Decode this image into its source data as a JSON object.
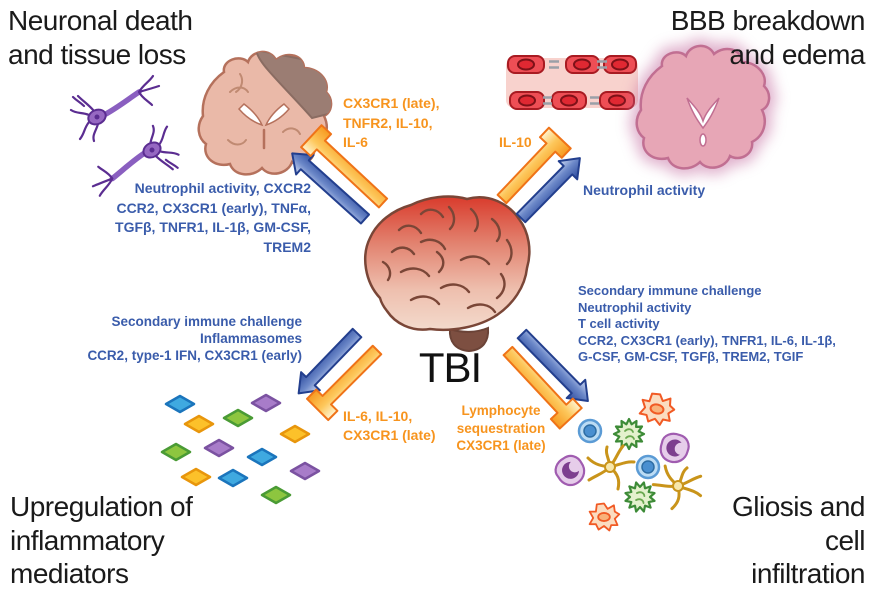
{
  "colors": {
    "background": "#FFFFFF",
    "title_text": "#1A1A1A",
    "promote_text_blue": "#3A5CAB",
    "inhibit_text_orange": "#F7941E",
    "promote_arrow_blue": "#2A489C",
    "inhibit_arrow_orange": "#F79A21"
  },
  "center": {
    "label": "TBI"
  },
  "corners": {
    "top_left": {
      "title": "Neuronal death\nand tissue loss",
      "promoting_factors": "Neutrophil activity, CXCR2\nCCR2, CX3CR1 (early), TNFα,\nTGFβ, TNFR1, IL-1β, GM-CSF,\nTREM2",
      "inhibiting_factors": "CX3CR1 (late),\nTNFR2, IL-10,\nIL-6"
    },
    "top_right": {
      "title": "BBB breakdown\nand edema",
      "promoting_factors": "Neutrophil activity",
      "inhibiting_factors": "IL-10"
    },
    "bottom_left": {
      "title": "Upregulation of\ninflammatory\nmediators",
      "promoting_factors": "Secondary immune challenge\nInflammasomes\nCCR2, type-1 IFN, CX3CR1 (early)",
      "inhibiting_factors": "IL-6, IL-10,\nCX3CR1 (late)"
    },
    "bottom_right": {
      "title": "Gliosis and\ncell\ninfiltration",
      "promoting_factors": "Secondary immune challenge\nNeutrophil activity\nT cell activity\nCCR2, CX3CR1 (early), TNFR1, IL-6, IL-1β,\nG-CSF, GM-CSF, TGFβ, TREM2, TGIF",
      "inhibiting_factors": "Lymphocyte\nsequestration\nCX3CR1 (late)"
    }
  }
}
